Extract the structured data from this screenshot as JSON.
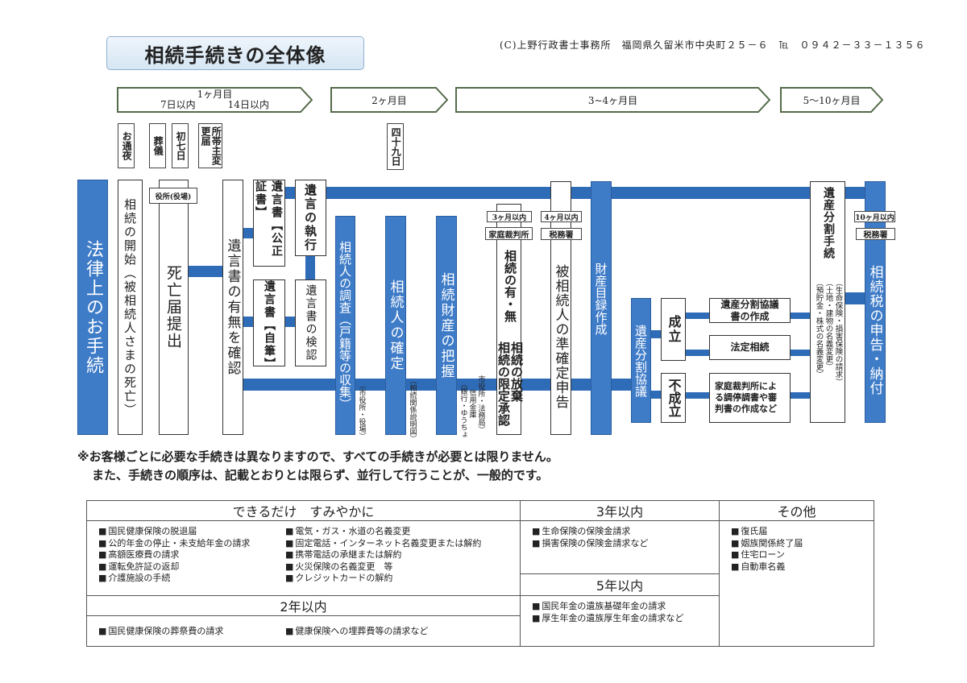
{
  "title": "相続手続きの全体像",
  "header": "(C)上野行政書士事務所　福岡県久留米市中央町２５－６　℡　０９４２－３３－１３５６",
  "timeline": {
    "m1": "1ヶ月目",
    "d7": "7日以内",
    "d14": "14日以内",
    "m2": "2ヶ月目",
    "m34": "3~4ヶ月目",
    "m510": "5～10ヶ月目"
  },
  "events": {
    "otsuya": "お通夜",
    "sogi": "葬儀",
    "shonanoka": "初七日",
    "setainushi": "所帯主変更届",
    "shijukunichi": "四十九日"
  },
  "flow": {
    "legal": "法律上のお手続",
    "start": "相続の開始（被相続人さまの死亡）",
    "office": "役所(役場)",
    "death": "死亡届提出",
    "will_check": "遺言書の有無を確認",
    "notarized": "遺言書【公正証書】",
    "holo": "遺言書【自筆】",
    "execute": "遺言の執行",
    "probate": "遺言書の検認",
    "heir_survey": "相続人の調査（戸籍等の収集）",
    "heir_survey_note": "（市役所・役場）",
    "heir_fix": "相続人の確定",
    "heir_fix_note": "（相続関係説明図）",
    "estate": "相続財産の把握",
    "estate_note1": "（銀行・ゆうちょ",
    "estate_note2": "信用金庫",
    "estate_note3": "市役所・法務局）",
    "accept_label1": "3ヶ月以内",
    "accept_label2": "家庭裁判所",
    "accept1": "相続の有・無",
    "accept2": "相続の放棄",
    "accept3": "相続の限定承認",
    "tax_label1": "4ヶ月以内",
    "tax_label2": "税務署",
    "quasi": "被相続人の準確定申告",
    "inventory": "財産目録作成",
    "division": "遺産分割協議",
    "agreed": "成立",
    "not_agreed": "不成立",
    "agreement_doc": "遺産分割協議書の作成",
    "legal_share": "法定相続",
    "court": "家庭裁判所による調停調書や審判書の作成など",
    "procedure": "遺産分割手続",
    "procedure_n1": "（生命保険・損害保険の請求）",
    "procedure_n2": "（土地・建物の名義変更）",
    "procedure_n3": "（預貯金・株式の名義変更）",
    "inh_label1": "10ヶ月以内",
    "inh_label2": "税務署",
    "inh_tax": "相続税の申告・納付"
  },
  "notes": [
    "※お客様ごとに必要な手続きは異なりますので、すべての手続きが必要とは限りません。",
    "また、手続きの順序は、記載とおりとは限らず、並行して行うことが、一般的です。"
  ],
  "table": {
    "asap": {
      "title": "できるだけ　すみやかに",
      "col1": [
        "国民健康保険の脱退届",
        "公的年金の停止・未支給年金の請求",
        "高額医療費の請求",
        "運転免許証の返却",
        "介護施設の手続"
      ],
      "col2": [
        "電気・ガス・水道の名義変更",
        "固定電話・インターネット名義変更または解約",
        "携帯電話の承継または解約",
        "火災保険の名義変更　等",
        "クレジットカードの解約"
      ]
    },
    "y2": {
      "title": "2年以内",
      "col1": [
        "国民健康保険の葬祭費の請求"
      ],
      "col2": [
        "健康保険への埋葬費等の請求など"
      ]
    },
    "y3": {
      "title": "3年以内",
      "items": [
        "生命保険の保険金請求",
        "損害保険の保険金請求など"
      ]
    },
    "y5": {
      "title": "5年以内",
      "items": [
        "国民年金の遺族基礎年金の請求",
        "厚生年金の遺族厚生年金の請求など"
      ]
    },
    "other": {
      "title": "その他",
      "items": [
        "復氏届",
        "姻族関係終了届",
        "住宅ローン",
        "自動車名義"
      ]
    }
  }
}
